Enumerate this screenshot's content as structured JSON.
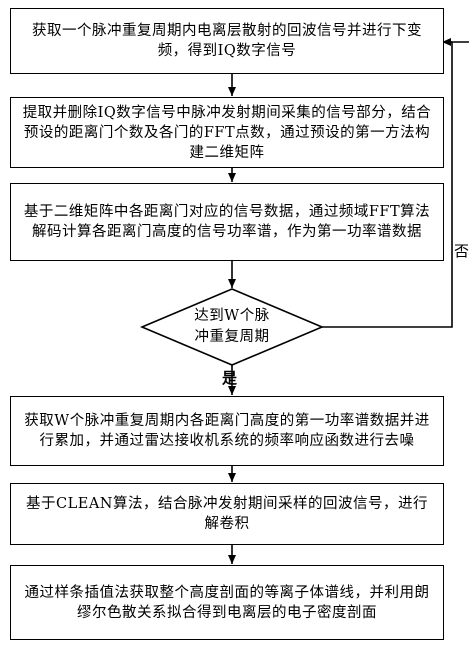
{
  "steps": [
    "获取一个脉冲重复周期内电离层散射的回波信号并进行下变频，得到IQ数字信号",
    "提取并删除IQ数字信号中脉冲发射期间采集的信号部分，结合预设的距离门个数及各门的FFT点数，通过预设的第一方法构建二维矩阵",
    "基于二维矩阵中各距离门对应的信号数据，通过频域FFT算法解码计算各距离门高度的信号功率谱，作为第一功率谱数据",
    "获取W个脉冲重复周期内各距离门高度的第一功率谱数据并进行累加，并通过雷达接收机系统的频率响应函数进行去噪",
    "基于CLEAN算法，结合脉冲发射期间采样的回波信号，进行解卷积",
    "通过样条插值法获取整个高度剖面的等离子体谱线，并利用朗缪尔色散关系拟合得到电离层的电子密度剖面"
  ],
  "decision": {
    "text": "达到W个脉冲重复周期",
    "yes_label": "是",
    "no_label": "否"
  }
}
